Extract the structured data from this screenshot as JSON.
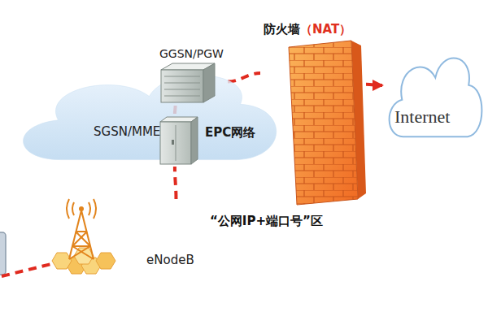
{
  "diagram": {
    "nodes": [
      {
        "text": [
          "EPC网络"
        ]
      },
      {
        "text": [
          "GGSN/PGW"
        ],
        "in": 0
      },
      {
        "text": [
          "SGSN/MME"
        ],
        "in": 0
      },
      {
        "text": [
          "eNodeB"
        ]
      },
      {
        "text": [
          "防火墙",
          "（NAT）"
        ]
      },
      {
        "text": [
          "Internet"
        ]
      }
    ],
    "edges": [
      {
        "from": 3,
        "to": 2,
        "arrow": "none"
      },
      {
        "from": 2,
        "to": 1,
        "arrow": "none"
      },
      {
        "from": 1,
        "to": 4,
        "arrow": "none"
      },
      {
        "from": 4,
        "to": 5,
        "arrow": "to"
      }
    ],
    "labels": [
      "“公网IP+端口号”区"
    ]
  }
}
